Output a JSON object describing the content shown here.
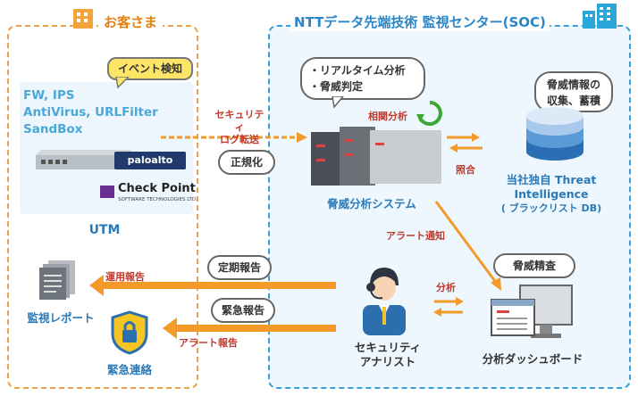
{
  "customer": {
    "title": "お客さま"
  },
  "soc": {
    "title": "NTTデータ先端技術 監視センター(SOC)"
  },
  "utm": {
    "event_bubble": "イベント検知",
    "features": [
      "FW, IPS",
      "AntiVirus, URLFilter",
      "SandBox"
    ],
    "vendor_paloalto": "paloalto",
    "vendor_checkpoint": "Check Point",
    "vendor_checkpoint_sub": "SOFTWARE TECHNOLOGIES LTD.",
    "label": "UTM"
  },
  "log_transfer": {
    "line1": "セキュリティ",
    "line2": "ログ転送"
  },
  "normalize": {
    "label": "正規化"
  },
  "analysis_bubble": {
    "item1": "・リアルタイム分析",
    "item2": "・脅威判定"
  },
  "correlation": {
    "label": "相関分析"
  },
  "analysis_system": {
    "label": "脅威分析システム"
  },
  "threat_info_bubble": {
    "line1": "脅威情報の",
    "line2": "収集、蓄積"
  },
  "match": {
    "label": "照合"
  },
  "threat_intel": {
    "line1": "当社独自 Threat",
    "line2": "Intelligence",
    "line3": "( ブラックリスト DB)"
  },
  "alert_notify": {
    "label": "アラート通知"
  },
  "scrutiny_bubble": {
    "label": "脅威精査"
  },
  "regular_report": {
    "bubble": "定期報告",
    "arrow_label": "運用報告"
  },
  "emergency_report": {
    "bubble": "緊急報告",
    "arrow_label": "アラート報告"
  },
  "analysis_arrow": {
    "label": "分析"
  },
  "analyst": {
    "line1": "セキュリティ",
    "line2": "アナリスト"
  },
  "dashboard": {
    "label": "分析ダッシュボード"
  },
  "monitoring_report": {
    "label": "監視レポート"
  },
  "emergency_contact": {
    "label": "緊急連絡"
  },
  "colors": {
    "orange": "#f39a2b",
    "blue": "#2a86c8",
    "yellow": "#ffe566"
  }
}
